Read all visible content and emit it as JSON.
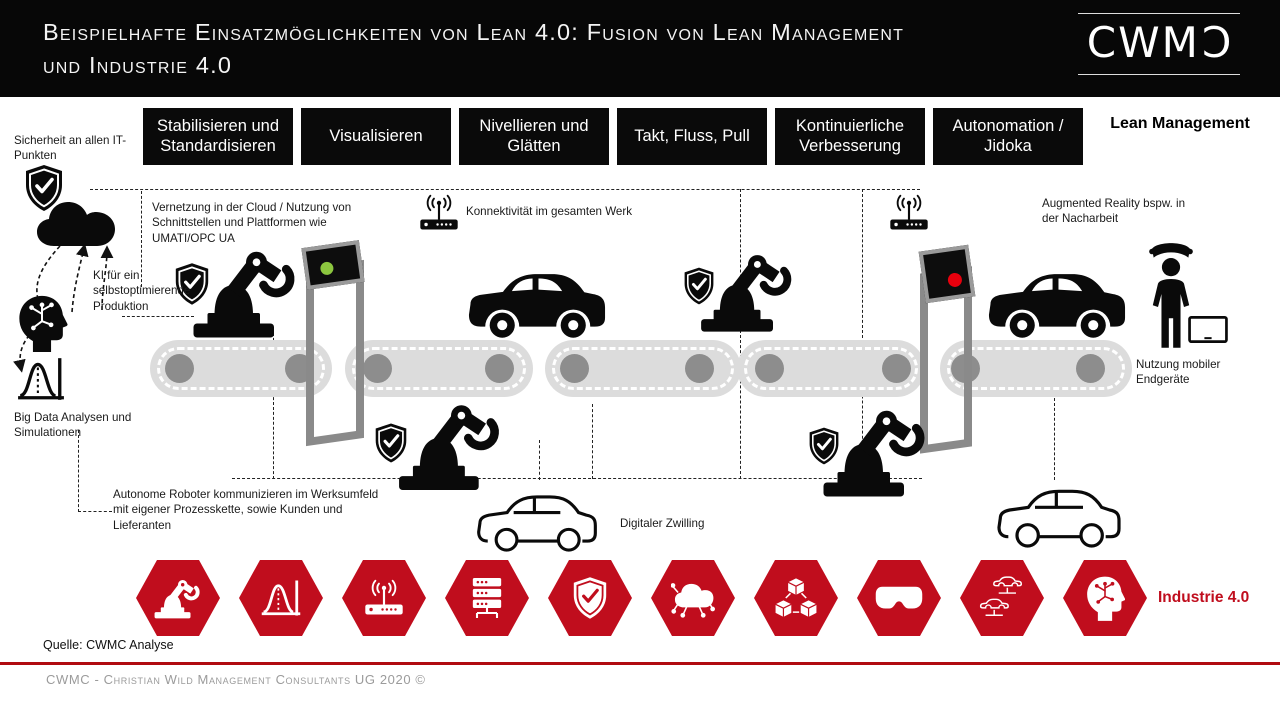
{
  "header": {
    "title_line1": "Beispielhafte Einsatzmöglichkeiten von Lean 4.0: Fusion von Lean Management",
    "title_line2": "und Industrie 4.0",
    "logo_main": "CWM",
    "logo_mirrored": "C"
  },
  "lean": {
    "boxes": [
      "Stabilisieren und Standardisieren",
      "Visualisieren",
      "Nivellieren und Glätten",
      "Takt, Fluss, Pull",
      "Kontinuierliche Verbesserung",
      "Autonomation / Jidoka"
    ],
    "side_label": "Lean Management"
  },
  "annotations": {
    "it_security": "Sicherheit an allen IT-Punkten",
    "cloud": "Vernetzung in der Cloud / Nutzung von Schnittstellen und Plattformen wie UMATI/OPC UA",
    "ai": "KI für ein selbstoptimierende Produktion",
    "big_data": "Big Data Analysen und Simulationen",
    "connectivity": "Konnektivität im gesamten Werk",
    "augmented_reality": "Augmented Reality bspw. in der Nacharbeit",
    "mobile_devices": "Nutzung mobiler Endgeräte",
    "autonomous_robots": "Autonome Roboter kommunizieren im Werksumfeld mit eigener Prozesskette, sowie Kunden und Lieferanten",
    "digital_twin": "Digitaler Zwilling"
  },
  "industrie": {
    "label": "Industrie 4.0",
    "icons": [
      "robot-arm",
      "big-data-curve",
      "wifi-router",
      "server-rack",
      "security-shield",
      "cloud-network",
      "blockchain-cubes",
      "ar-goggles",
      "car-lift",
      "ai-head"
    ]
  },
  "source_note": "Quelle: CWMC Analyse",
  "footer_text": "CWMC - Christian Wild Management Consultants UG 2020 ©",
  "colors": {
    "accent_red": "#c00d1d",
    "line_red": "#b00b10",
    "light_green": "#8cc63f",
    "light_red": "#e8000d",
    "belt_gray": "#dcdcdc",
    "roller_gray": "#8d8d8d",
    "gate_gray": "#8a8a8a",
    "footer_gray": "#9b9b9b",
    "dash": "#222222"
  }
}
